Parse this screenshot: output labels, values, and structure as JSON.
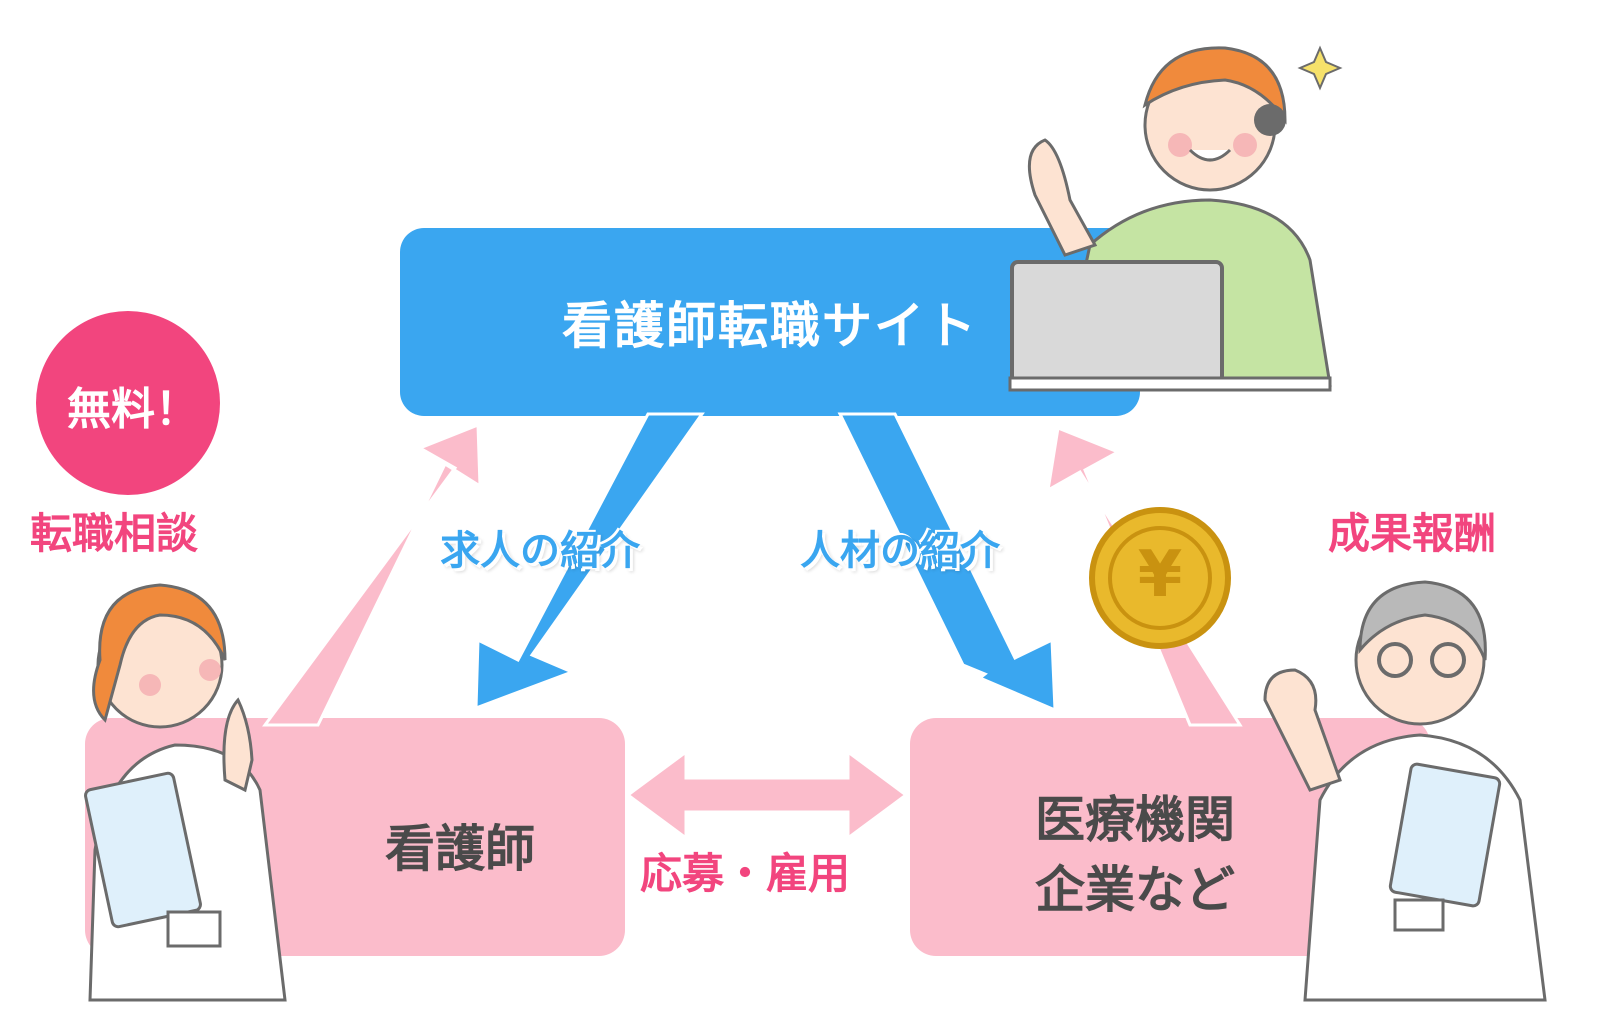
{
  "diagram": {
    "site_box": {
      "label": "看護師転職サイト"
    },
    "nurse_box": {
      "label": "看護師"
    },
    "medical_box": {
      "line1": "医療機関",
      "line2": "企業など"
    },
    "labels": {
      "job_intro": "求人の紹介",
      "talent_intro": "人材の紹介",
      "apply_hire": "応募・雇用",
      "consult": "転職相談",
      "reward": "成果報酬",
      "free_badge": "無料！",
      "yen": "¥"
    },
    "colors": {
      "blue": "#3aa6f0",
      "pink_box": "#fbbccb",
      "pink_text": "#f2457e",
      "badge": "#f2457e",
      "coin": "#e9b92c",
      "text_dark": "#4a4a4a"
    }
  }
}
